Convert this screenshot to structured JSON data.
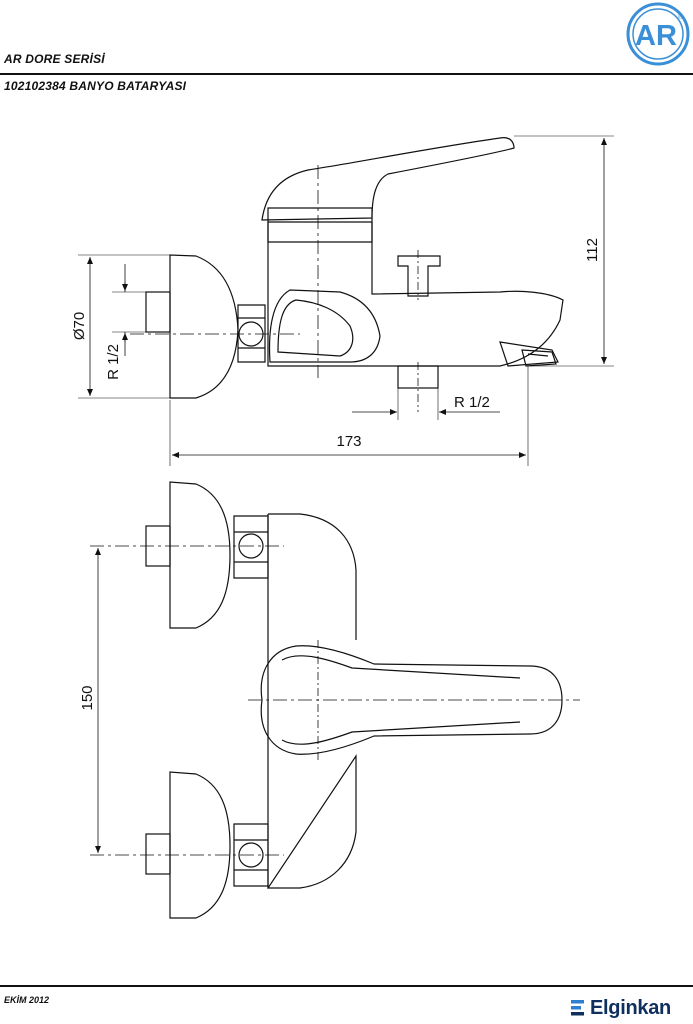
{
  "header": {
    "series": "AR DORE SERİSİ",
    "product": "102102384 BANYO BATARYASI",
    "logo_text": "AR",
    "logo_registered": "®"
  },
  "drawing": {
    "dim_diameter": "Ø70",
    "dim_thread_left": "R 1/2",
    "dim_thread_bottom": "R 1/2",
    "dim_height": "112",
    "dim_width": "173",
    "dim_spacing": "150"
  },
  "footer": {
    "date": "EKİM 2012",
    "brand": "Elginkan"
  },
  "colors": {
    "logo_blue": "#3a8fd6",
    "brand_navy": "#0f2f5e",
    "brand_accent": "#2f7fd1"
  },
  "icons": {
    "logo": "ar-circle-logo",
    "brand_mark": "stacked-bars-mark"
  }
}
